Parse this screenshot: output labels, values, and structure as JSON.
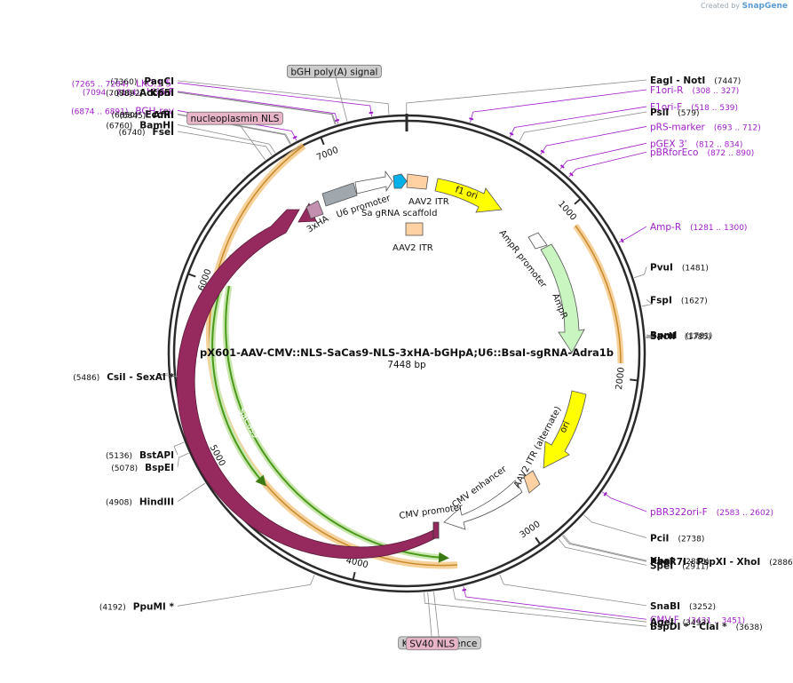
{
  "branding": {
    "created_by": "Created by",
    "brand": "SnapGene"
  },
  "plasmid": {
    "name": "pX601-AAV-CMV::NLS-SaCas9-NLS-3xHA-bGHpA;U6::BsaI-sgRNA-Adra1b",
    "size_label": "7448 bp",
    "length": 7448
  },
  "colors": {
    "backbone": "#2b2b2b",
    "enzyme": "#000000",
    "primer": "#a020c8",
    "leader": "#8c8c8c",
    "sacas9": "#962a5e",
    "orf_green": "#4a9a1a",
    "orf_glow": "#f2c27a",
    "ampr": "#c8f5c0",
    "ori": "#ffff00",
    "itr": "#ffd1a3",
    "promoter": "#ffffff",
    "bgh": "#a0a0a0",
    "u6": "#a0a8ae",
    "nls_box": "#e8b4c8",
    "gray_box": "#cccccc"
  },
  "ticks": [
    {
      "pos": 1000,
      "label": "1000"
    },
    {
      "pos": 2000,
      "label": "2000"
    },
    {
      "pos": 3000,
      "label": "3000"
    },
    {
      "pos": 4000,
      "label": "4000"
    },
    {
      "pos": 5000,
      "label": "5000"
    },
    {
      "pos": 6000,
      "label": "6000"
    },
    {
      "pos": 7000,
      "label": "7000"
    }
  ],
  "enzymes_right": [
    {
      "name": "EagI  - NotI",
      "num": "(7447)",
      "pos": 7447
    },
    {
      "name": "PsiI",
      "num": "(579)",
      "pos": 579
    },
    {
      "name": "PvuI",
      "num": "(1481)",
      "pos": 1481
    },
    {
      "name": "FspI",
      "num": "(1627)",
      "pos": 1627
    },
    {
      "name": "BpmI",
      "num": "(1781)",
      "pos": 1781
    },
    {
      "name": "SacII",
      "num": "(1785)",
      "pos": 1785
    },
    {
      "name": "PciI",
      "num": "(2738)",
      "pos": 2738
    },
    {
      "name": "XbaI",
      "num": "(2880)",
      "pos": 2880
    },
    {
      "name": "PaeR7I  - PspXI  - XhoI",
      "num": "(2886)",
      "pos": 2886
    },
    {
      "name": "SpeI",
      "num": "(2911)",
      "pos": 2911
    },
    {
      "name": "SnaBI",
      "num": "(3252)",
      "pos": 3252
    },
    {
      "name": "AgeI",
      "num": "(3493)",
      "pos": 3493
    },
    {
      "name": "BspDI *  - ClaI *",
      "num": "(3638)",
      "pos": 3638
    }
  ],
  "enzymes_left": [
    {
      "name": "PaqCI",
      "num": "(7360)",
      "pos": 7360
    },
    {
      "name": "KpnI",
      "num": "(7092)",
      "pos": 7092
    },
    {
      "name": "Acc65I",
      "num": "(7088)",
      "pos": 7088
    },
    {
      "name": "EcoRI",
      "num": "(6850)",
      "pos": 6850
    },
    {
      "name": "AflII",
      "num": "(6845)",
      "pos": 6845
    },
    {
      "name": "BamHI",
      "num": "(6760)",
      "pos": 6760
    },
    {
      "name": "FseI",
      "num": "(6740)",
      "pos": 6740
    },
    {
      "name": "CsiI  - SexAI *",
      "num": "(5486)",
      "pos": 5486
    },
    {
      "name": "BstAPI",
      "num": "(5136)",
      "pos": 5136
    },
    {
      "name": "BspEI",
      "num": "(5078)",
      "pos": 5078
    },
    {
      "name": "HindIII",
      "num": "(4908)",
      "pos": 4908
    },
    {
      "name": "PpuMI *",
      "num": "(4192)",
      "pos": 4192
    }
  ],
  "primers_right": [
    {
      "name": "F1ori-R",
      "num": "(308 .. 327)",
      "pos": 318
    },
    {
      "name": "F1ori-F",
      "num": "(518 .. 539)",
      "pos": 528
    },
    {
      "name": "pRS-marker",
      "num": "(693 .. 712)",
      "pos": 702
    },
    {
      "name": "pGEX 3'",
      "num": "(812 .. 834)",
      "pos": 823
    },
    {
      "name": "pBRforEco",
      "num": "(872 .. 890)",
      "pos": 881
    },
    {
      "name": "Amp-R",
      "num": "(1281 .. 1300)",
      "pos": 1290
    },
    {
      "name": "pBR322ori-F",
      "num": "(2583 .. 2602)",
      "pos": 2592
    },
    {
      "name": "CMV-F",
      "num": "(3431 .. 3451)",
      "pos": 3441
    }
  ],
  "primers_left": [
    {
      "name": "LKO.1 5'",
      "num": "(7265 .. 7284)",
      "pos": 7274
    },
    {
      "name": "hU6-F",
      "num": "(7094 .. 7114)",
      "pos": 7104
    },
    {
      "name": "BGH-rev",
      "num": "(6874 .. 6891)",
      "pos": 6882
    }
  ],
  "boxed_labels": [
    {
      "name": "bGH poly(A) signal",
      "pos": 7150,
      "style": "gray"
    },
    {
      "name": "nucleoplasmin NLS",
      "pos": 6700,
      "style": "nls"
    },
    {
      "name": "Kozak sequence",
      "pos": 3590,
      "style": "gray"
    },
    {
      "name": "SV40 NLS",
      "pos": 3620,
      "style": "nls"
    }
  ],
  "features": [
    {
      "name": "f1 ori",
      "label": "f1 ori"
    },
    {
      "name": "AmpR promoter",
      "label": "AmpR promoter"
    },
    {
      "name": "AmpR",
      "label": "AmpR"
    },
    {
      "name": "ori",
      "label": "ori"
    },
    {
      "name": "AAV2 ITR (alternate)",
      "label": "AAV2 ITR (alternate)"
    },
    {
      "name": "CMV enhancer",
      "label": "CMV enhancer"
    },
    {
      "name": "CMV promoter",
      "label": "CMV promoter"
    },
    {
      "name": "SaCas9",
      "label": "SaCas9"
    },
    {
      "name": "3xHA",
      "label": "3xHA"
    },
    {
      "name": "U6 promoter",
      "label": "U6 promoter"
    },
    {
      "name": "AAV2 ITR",
      "label": "AAV2 ITR"
    },
    {
      "name": "Sa gRNA scaffold",
      "label": "Sa gRNA scaffold"
    },
    {
      "name": "AAV2 ITR (inner)",
      "label": "AAV2 ITR"
    }
  ]
}
